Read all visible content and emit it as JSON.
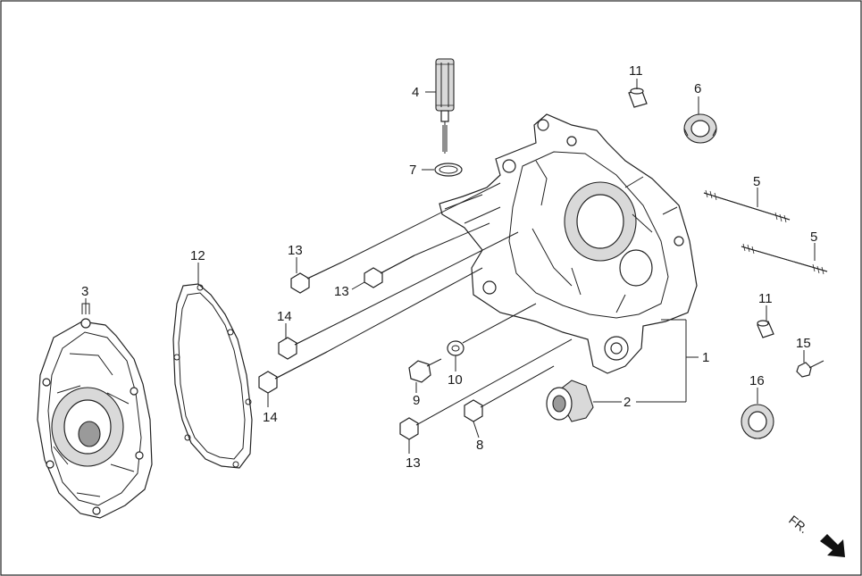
{
  "diagram": {
    "type": "exploded-parts-diagram",
    "orientation_label": "FR.",
    "callouts": [
      {
        "id": "callout-1",
        "label": "1"
      },
      {
        "id": "callout-2",
        "label": "2"
      },
      {
        "id": "callout-3",
        "label": "3"
      },
      {
        "id": "callout-4",
        "label": "4"
      },
      {
        "id": "callout-5a",
        "label": "5"
      },
      {
        "id": "callout-5b",
        "label": "5"
      },
      {
        "id": "callout-6",
        "label": "6"
      },
      {
        "id": "callout-7",
        "label": "7"
      },
      {
        "id": "callout-8",
        "label": "8"
      },
      {
        "id": "callout-9",
        "label": "9"
      },
      {
        "id": "callout-10",
        "label": "10"
      },
      {
        "id": "callout-11a",
        "label": "11"
      },
      {
        "id": "callout-11b",
        "label": "11"
      },
      {
        "id": "callout-12",
        "label": "12"
      },
      {
        "id": "callout-13a",
        "label": "13"
      },
      {
        "id": "callout-13b",
        "label": "13"
      },
      {
        "id": "callout-13c",
        "label": "13"
      },
      {
        "id": "callout-14a",
        "label": "14"
      },
      {
        "id": "callout-14b",
        "label": "14"
      },
      {
        "id": "callout-15",
        "label": "15"
      },
      {
        "id": "callout-16",
        "label": "16"
      }
    ]
  }
}
